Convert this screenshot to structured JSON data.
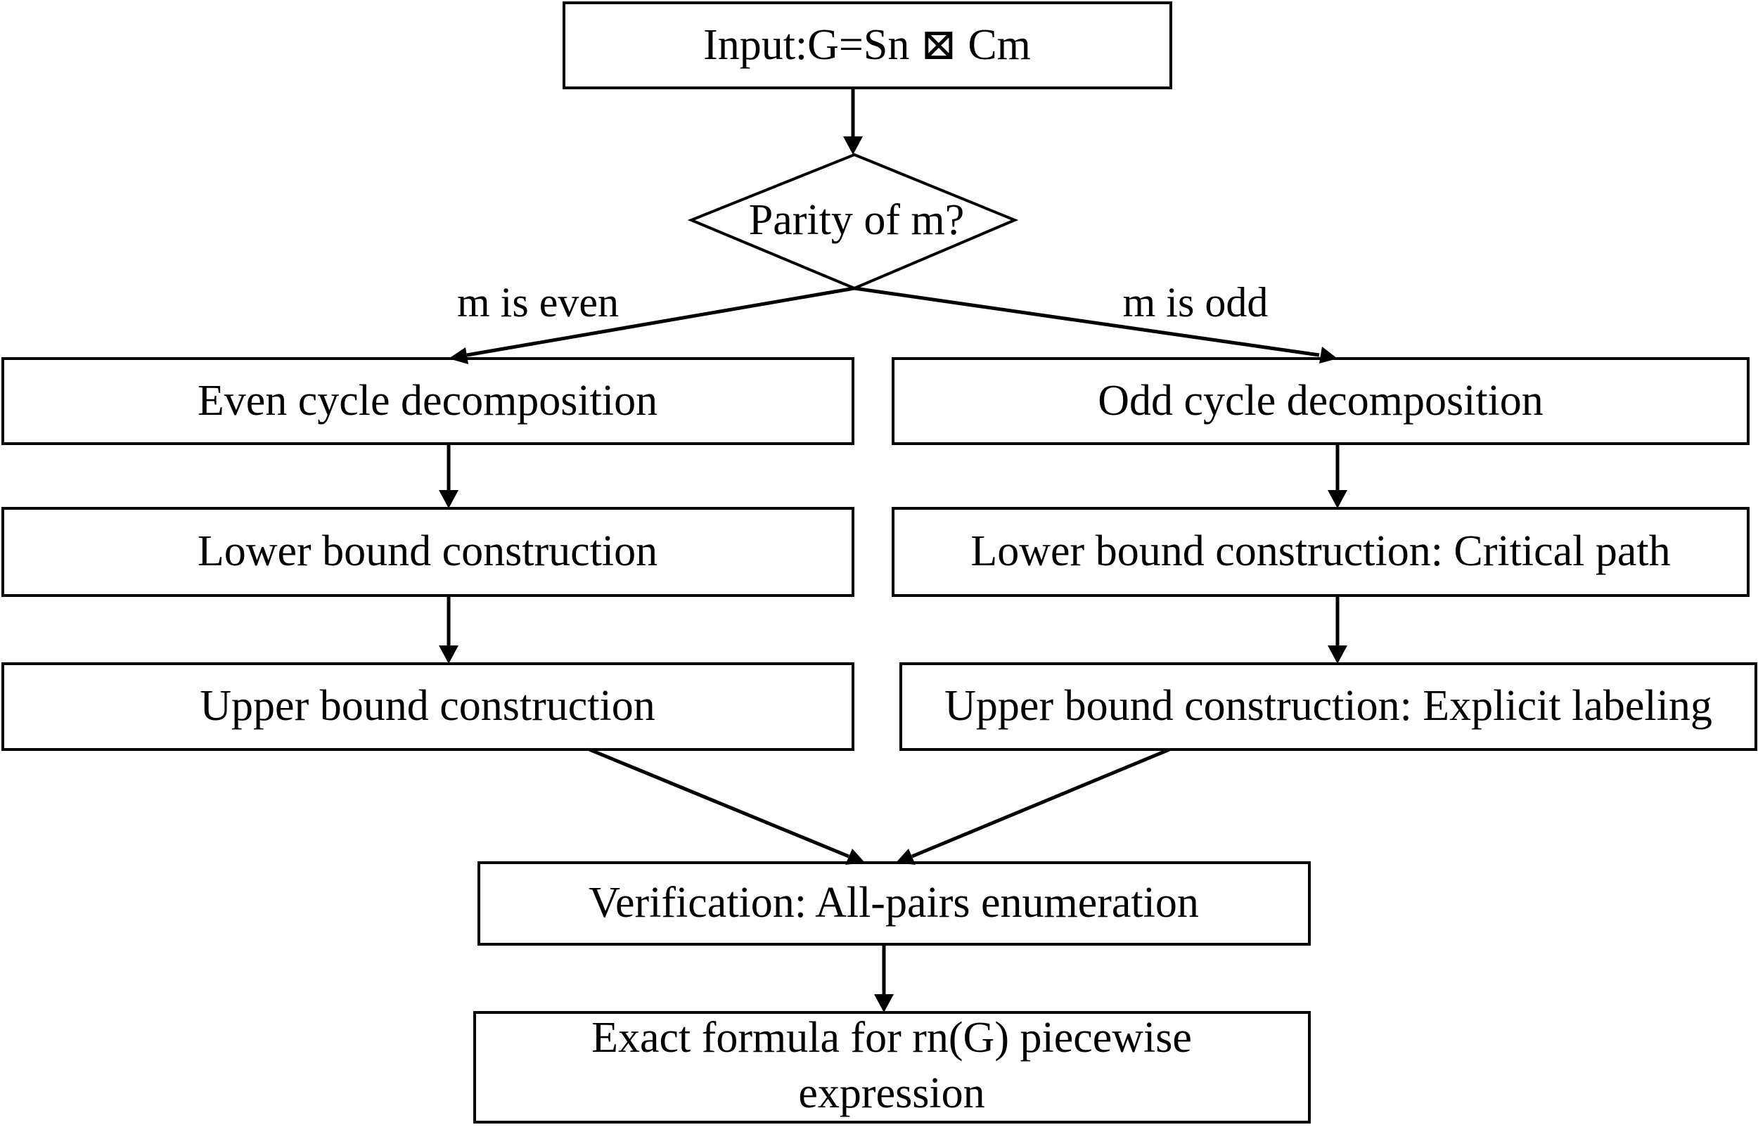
{
  "diagram": {
    "nodes": {
      "input": {
        "label": "Input:G=Sn ⊠ Cm"
      },
      "decision": {
        "label": "Parity of m?"
      },
      "even_decomp": {
        "label": "Even cycle decomposition"
      },
      "odd_decomp": {
        "label": "Odd cycle decomposition"
      },
      "even_lower": {
        "label": "Lower bound construction"
      },
      "odd_lower": {
        "label": "Lower bound construction: Critical path"
      },
      "even_upper": {
        "label": "Upper bound construction"
      },
      "odd_upper": {
        "label": "Upper bound construction: Explicit labeling"
      },
      "verification": {
        "label": "Verification: All-pairs enumeration"
      },
      "result": {
        "label_line1": "Exact formula for rn(G) piecewise",
        "label_line2": "expression"
      }
    },
    "edges": {
      "even_branch": {
        "label": "m is even"
      },
      "odd_branch": {
        "label": "m is odd"
      }
    }
  }
}
